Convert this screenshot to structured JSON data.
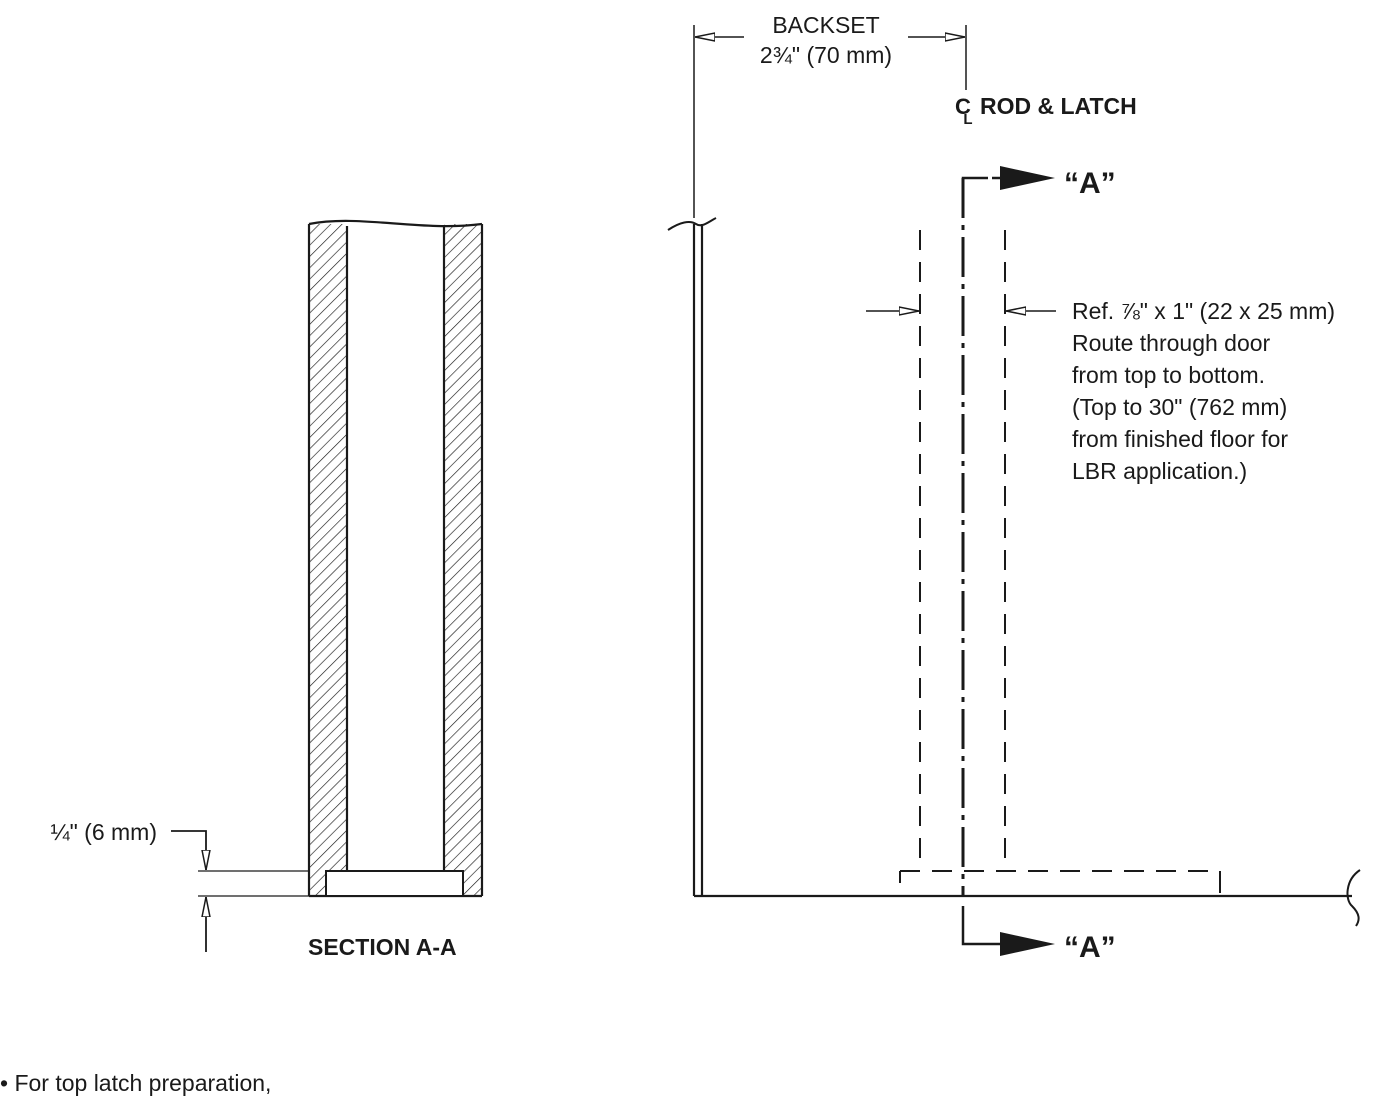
{
  "backset": {
    "label": "BACKSET",
    "value": "2¾\" (70 mm)"
  },
  "centerline": {
    "symbol": "C",
    "symbol_sub": "L",
    "label": "ROD & LATCH"
  },
  "section_marker_top": "“A”",
  "section_marker_bottom": "“A”",
  "route_note": {
    "lines": [
      "Ref. ⅞\" x 1\" (22 x 25 mm)",
      "Route through door",
      "from top to bottom.",
      "(Top to 30\" (762 mm)",
      "from finished floor for",
      "LBR application.)"
    ]
  },
  "section_view": {
    "dimension": "¼\" (6 mm)",
    "title": "SECTION A-A"
  },
  "footer_note": "• For top latch preparation,"
}
